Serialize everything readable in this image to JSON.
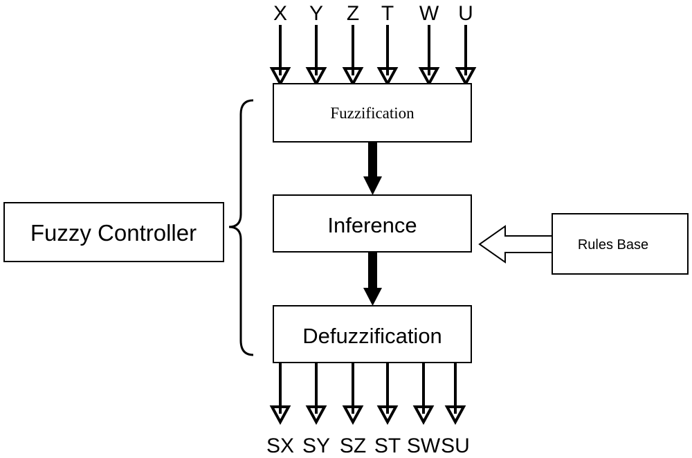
{
  "diagram": {
    "inputs": [
      "X",
      "Y",
      "Z",
      "T",
      "W",
      "U"
    ],
    "outputs": [
      "SX",
      "SY",
      "SZ",
      "ST",
      "SW",
      "SU"
    ],
    "blocks": {
      "fuzzification": "Fuzzification",
      "inference": "Inference",
      "defuzzification": "Defuzzification",
      "controller": "Fuzzy Controller",
      "rules": "Rules Base"
    }
  },
  "colors": {
    "stroke": "#000000",
    "background": "#ffffff"
  }
}
